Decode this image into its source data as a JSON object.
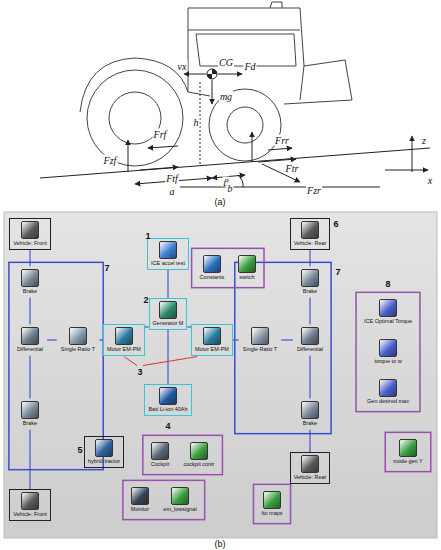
{
  "diagram": {
    "nodes": [
      {
        "text": [
          "Vehicle: Front"
        ]
      },
      {
        "text": [
          "Brake"
        ]
      },
      {
        "text": [
          "Differential"
        ]
      },
      {
        "text": [
          "Brake"
        ]
      },
      {
        "text": [
          "Single Ratio T"
        ]
      },
      {
        "text": [
          "Vehicle: Front"
        ]
      },
      {
        "text": [
          "ICE accel test"
        ]
      },
      {
        "text": [
          "Constants"
        ]
      },
      {
        "text": [
          "switch"
        ]
      },
      {
        "text": [
          "Vehicle: Rear"
        ]
      },
      {
        "text": [
          "Generator M"
        ]
      },
      {
        "text": [
          "Motor EM-PM"
        ]
      },
      {
        "text": [
          "Motor EM-PM"
        ]
      },
      {
        "text": [
          "Single Ratio T"
        ]
      },
      {
        "text": [
          "Brake"
        ]
      },
      {
        "text": [
          "Differential"
        ]
      },
      {
        "text": [
          "Brake"
        ]
      },
      {
        "text": [
          "ICE Optimal Torque"
        ]
      },
      {
        "text": [
          "torque to w"
        ]
      },
      {
        "text": [
          "Gen desired max"
        ]
      },
      {
        "text": [
          "Batt Li-ion 40Ah"
        ]
      },
      {
        "text": [
          "hybrid tractor"
        ]
      },
      {
        "text": [
          "Cockpit"
        ]
      },
      {
        "text": [
          "cockpit contr"
        ]
      },
      {
        "text": [
          "mode gen Y"
        ]
      },
      {
        "text": [
          "Vehicle: Rear"
        ]
      },
      {
        "text": [
          "Monitor"
        ]
      },
      {
        "text": [
          "em_lowsignal"
        ]
      },
      {
        "text": [
          "Ito maps"
        ]
      }
    ],
    "edges": [
      {
        "from": 0,
        "to": 1,
        "arrow": "none"
      },
      {
        "from": 1,
        "to": 2,
        "arrow": "none"
      },
      {
        "from": 2,
        "to": 3,
        "arrow": "none"
      },
      {
        "from": 3,
        "to": 5,
        "arrow": "none"
      },
      {
        "from": 2,
        "to": 4,
        "arrow": "none"
      },
      {
        "from": 4,
        "to": 11,
        "arrow": "none"
      },
      {
        "from": 6,
        "to": 10,
        "arrow": "none"
      },
      {
        "from": 10,
        "to": 20,
        "arrow": "none"
      },
      {
        "from": 11,
        "to": 10,
        "arrow": "none"
      },
      {
        "from": 12,
        "to": 10,
        "arrow": "none"
      },
      {
        "from": 12,
        "to": 13,
        "arrow": "none"
      },
      {
        "from": 13,
        "to": 15,
        "arrow": "none"
      },
      {
        "from": 15,
        "to": 14,
        "arrow": "none"
      },
      {
        "from": 15,
        "to": 16,
        "arrow": "none"
      },
      {
        "from": 14,
        "to": 9,
        "arrow": "none"
      },
      {
        "from": 16,
        "to": 25,
        "arrow": "none"
      }
    ],
    "labels": [
      "vx",
      "CG",
      "Fd",
      "mg",
      "h",
      "Frf",
      "Fzf",
      "Ftf",
      "β",
      "Frr",
      "Ftr",
      "Fzr",
      "a",
      "b",
      "x",
      "z",
      "(a)",
      "1",
      "2",
      "3",
      "4",
      "5",
      "6",
      "7",
      "7",
      "8",
      "(b)"
    ]
  }
}
